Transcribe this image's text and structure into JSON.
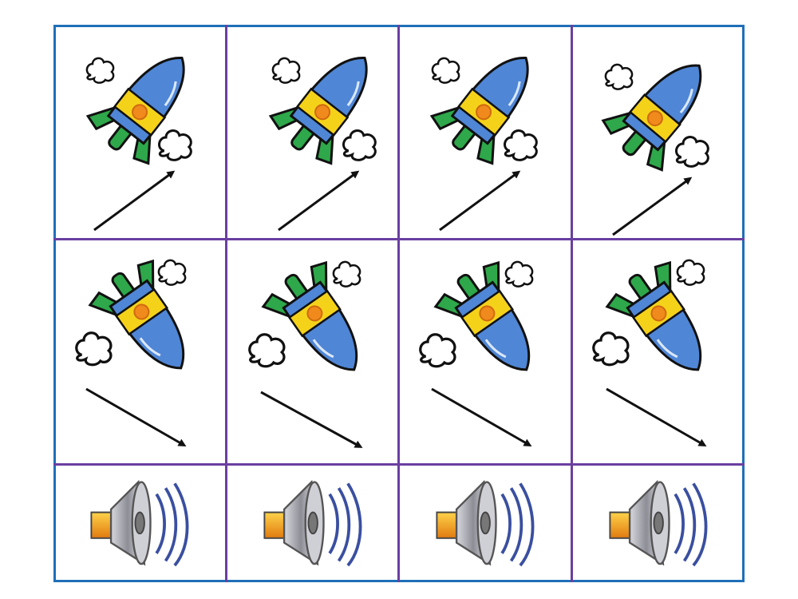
{
  "colors": {
    "outer_border": "#1f6fb8",
    "grid_lines": "#6a3fa0",
    "rocket_body": "#4f86d6",
    "rocket_band": "#f5d21a",
    "rocket_fins": "#2ea84a",
    "rocket_porthole": "#f08a1c",
    "speaker_body": "#b9b9c0",
    "speaker_cone": "#f4a11a",
    "sound_waves": "#3a4fa0"
  },
  "rows": [
    {
      "type": "rocket-up",
      "icon": "rocket-up-icon",
      "arrow": "arrow-up-right-icon",
      "count": 4
    },
    {
      "type": "rocket-down",
      "icon": "rocket-down-icon",
      "arrow": "arrow-down-right-icon",
      "count": 4
    },
    {
      "type": "speaker",
      "icon": "speaker-icon",
      "count": 4
    }
  ]
}
